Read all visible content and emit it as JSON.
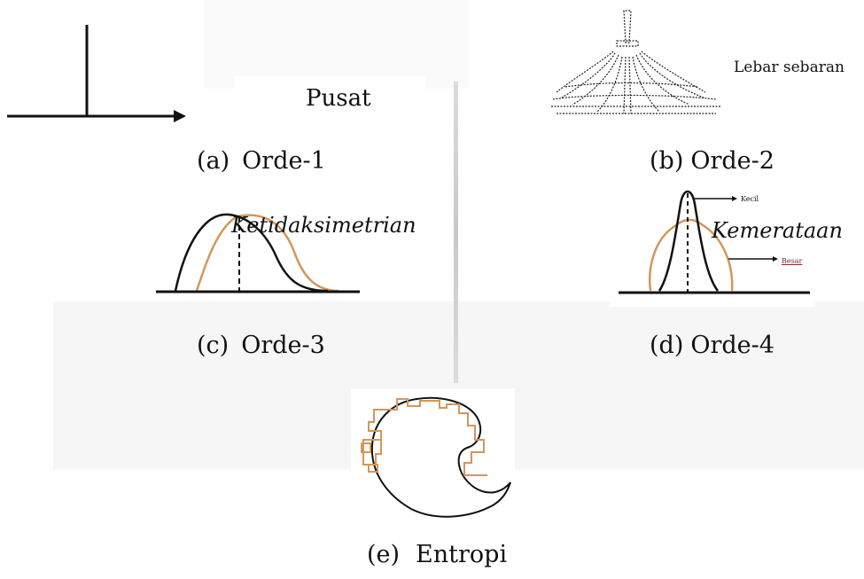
{
  "labels": {
    "pusat": "Pusat",
    "lebar_sebaran": "Lebar sebaran",
    "ketidaksimetrian": "Ketidaksimetrian",
    "kemerataan": "Kemerataan",
    "kecil": "Kecil",
    "besar": "Besar"
  },
  "captions": {
    "a": {
      "tag": "(a)",
      "text": "Orde-1"
    },
    "b": {
      "tag": "(b)",
      "text": "Orde-2"
    },
    "c": {
      "tag": "(c)",
      "text": "Orde-3"
    },
    "d": {
      "tag": "(d)",
      "text": "Orde-4"
    },
    "e": {
      "tag": "(e)",
      "text": "Entropi"
    }
  },
  "colors": {
    "line": "#111111",
    "accent": "#d4965a"
  }
}
